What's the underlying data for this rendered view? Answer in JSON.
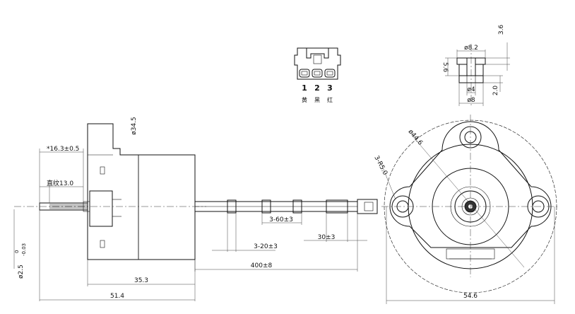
{
  "connector": {
    "pins": [
      "1",
      "2",
      "3"
    ],
    "wire_colors": [
      "黄",
      "黑",
      "红"
    ]
  },
  "bearing": {
    "outer_top": "ø8.2",
    "inner": "ø4",
    "outer_bottom": "ø8",
    "height": "5.6",
    "flange": "3.6",
    "depth": "2.0"
  },
  "side_view": {
    "body_diameter": "ø34.5",
    "shaft_protrusion": "*16.3±0.5",
    "knurl_length": "直纹13.0",
    "shaft_diameter": "ø2.5",
    "shaft_tol_upper": "0",
    "shaft_tol_lower": "-0.03",
    "body_length": "35.3",
    "overall_length": "51.4",
    "lead_length": "400±8",
    "strip_length": "3-20±3",
    "sleeve_spacing": "3-60±3",
    "end_length": "30±3"
  },
  "front_view": {
    "pcd": "ø44.6",
    "mount_radius": "3-R5.0",
    "width": "54.6"
  }
}
